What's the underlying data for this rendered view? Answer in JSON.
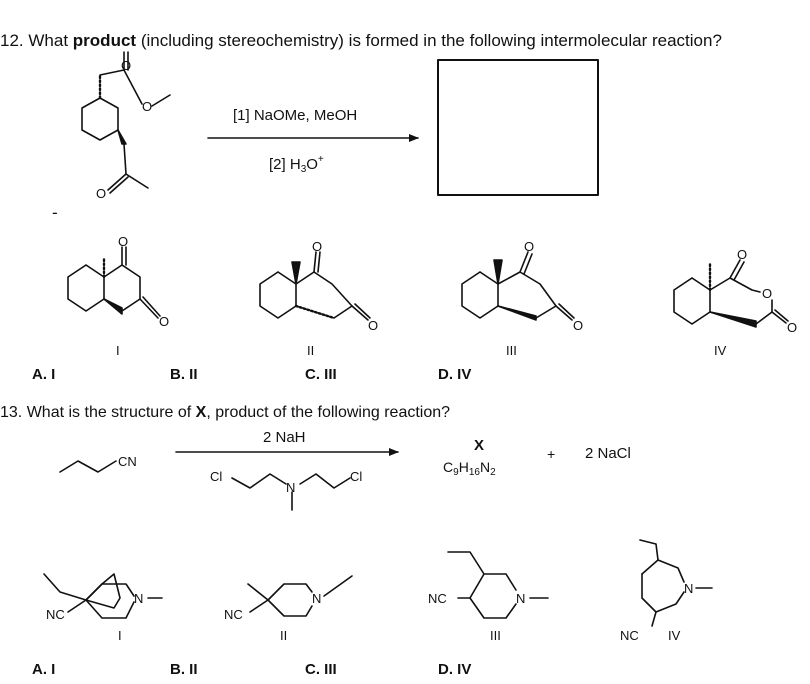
{
  "q12": {
    "number": "12.",
    "text_pre": "What",
    "text_bold": "product",
    "text_post": "(including stereochemistry) is formed in the following intermolecular reaction?",
    "reagent1": "[1] NaOMe, MeOH",
    "reagent2_pre": "[2] H",
    "reagent2_sub": "3",
    "reagent2_mid": "O",
    "reagent2_sup": "+",
    "dash": "-",
    "roman": [
      "I",
      "II",
      "III",
      "IV"
    ],
    "choices": [
      "A. I",
      "B. II",
      "C. III",
      "D. IV"
    ]
  },
  "q13": {
    "number": "13.",
    "text_pre": "What is the structure of",
    "text_bold": "X",
    "text_post": ", product of the following reaction?",
    "reagent_nah": "2 NaH",
    "product_label": "X",
    "formula": {
      "c": "C",
      "c_n": "9",
      "h": "H",
      "h_n": "16",
      "n": "N",
      "n_n": "2"
    },
    "plus": "+",
    "byproduct": "2 NaCl",
    "roman": [
      "I",
      "II",
      "III",
      "IV"
    ],
    "choices": [
      "A. I",
      "B. II",
      "C. III",
      "D. IV"
    ]
  },
  "atoms": {
    "O": "O",
    "N": "N",
    "Cl": "Cl",
    "NC": "NC",
    "CN": "CN"
  }
}
